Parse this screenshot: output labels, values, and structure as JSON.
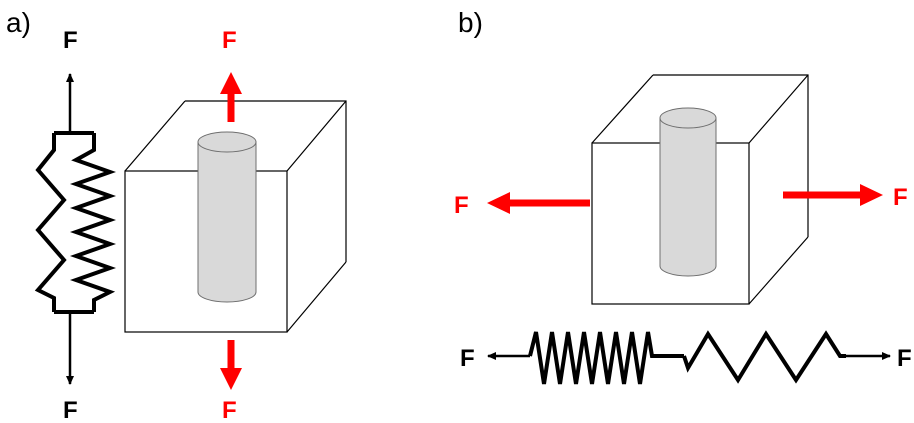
{
  "panels": {
    "a": {
      "label": "a)",
      "force_top": "F",
      "force_bottom": "F",
      "force_top_red": "F",
      "force_bottom_red": "F"
    },
    "b": {
      "label": "b)",
      "force_left_red": "F",
      "force_right_red": "F",
      "force_left": "F",
      "force_right": "F"
    }
  },
  "colors": {
    "load_arrow": "#ff0000",
    "fiber_fill": "#d9d9d9",
    "line": "#000000"
  }
}
